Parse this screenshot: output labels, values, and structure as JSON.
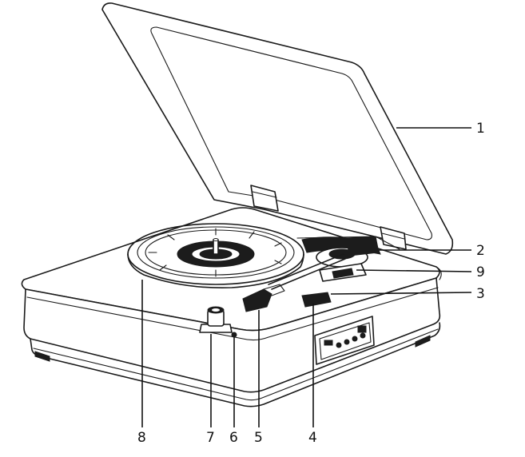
{
  "callouts": [
    {
      "id": "1",
      "text": "1"
    },
    {
      "id": "2",
      "text": "2"
    },
    {
      "id": "9",
      "text": "9"
    },
    {
      "id": "3",
      "text": "3"
    },
    {
      "id": "8",
      "text": "8"
    },
    {
      "id": "7",
      "text": "7"
    },
    {
      "id": "6",
      "text": "6"
    },
    {
      "id": "5",
      "text": "5"
    },
    {
      "id": "4",
      "text": "4"
    }
  ]
}
